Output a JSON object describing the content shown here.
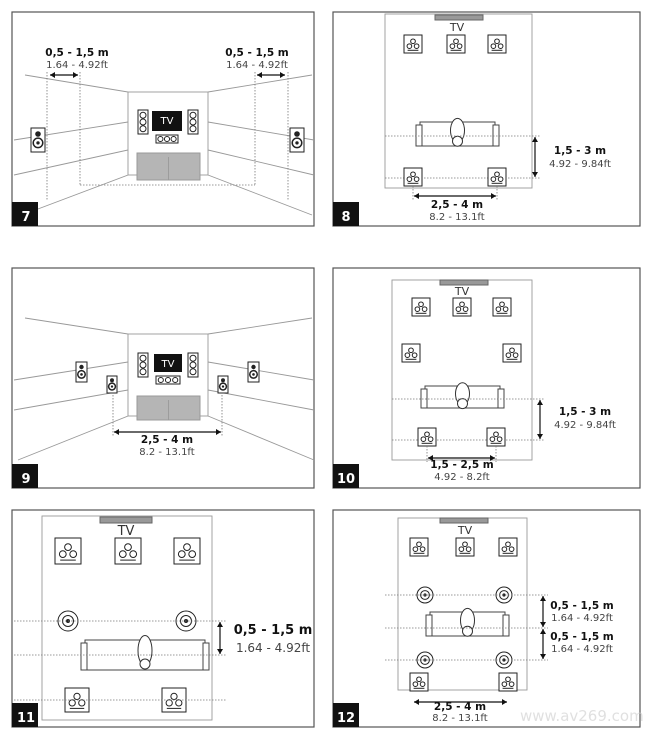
{
  "panels": [
    {
      "number": "7",
      "labels": [
        {
          "metric": "0,5 - 1,5 m",
          "imperial": "1.64 - 4.92ft"
        },
        {
          "metric": "0,5 - 1,5 m",
          "imperial": "1.64 - 4.92ft"
        }
      ],
      "tv": "TV"
    },
    {
      "number": "8",
      "labels": [
        {
          "metric": "1,5 - 3 m",
          "imperial": "4.92 - 9.84ft"
        },
        {
          "metric": "2,5 - 4 m",
          "imperial": "8.2 - 13.1ft"
        }
      ],
      "tv": "TV"
    },
    {
      "number": "9",
      "labels": [
        {
          "metric": "2,5 - 4 m",
          "imperial": "8.2 - 13.1ft"
        }
      ],
      "tv": "TV"
    },
    {
      "number": "10",
      "labels": [
        {
          "metric": "1,5 - 3 m",
          "imperial": "4.92 - 9.84ft"
        },
        {
          "metric": "1,5 - 2,5 m",
          "imperial": "4.92 - 8.2ft"
        }
      ],
      "tv": "TV"
    },
    {
      "number": "11",
      "labels": [
        {
          "metric": "0,5 - 1,5 m",
          "imperial": "1.64 - 4.92ft"
        }
      ],
      "tv": "TV"
    },
    {
      "number": "12",
      "labels": [
        {
          "metric": "0,5 - 1,5 m",
          "imperial": "1.64 - 4.92ft"
        },
        {
          "metric": "0,5 - 1,5 m",
          "imperial": "1.64 - 4.92ft"
        },
        {
          "metric": "2,5 - 4 m",
          "imperial": "8.2 - 13.1ft"
        }
      ],
      "tv": "TV"
    }
  ],
  "watermark": "www.av269.com"
}
